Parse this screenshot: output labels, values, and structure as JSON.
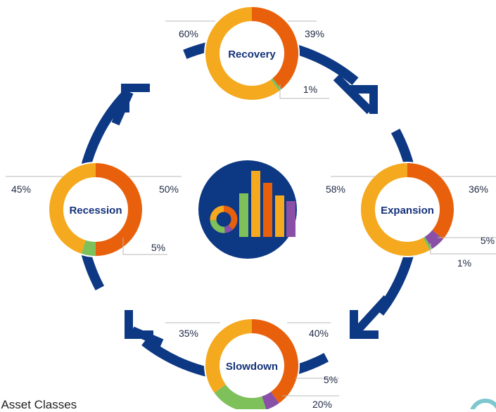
{
  "colors": {
    "cycle": "#0d3883",
    "equities": "#f5a91e",
    "bonds": "#e8600c",
    "green": "#7ec05a",
    "purple": "#8a4fa6",
    "leader": "#b8b8b8",
    "label_text": "#1f2a44",
    "phase_text": "#14327a"
  },
  "center_icon": {
    "name": "chart-icon"
  },
  "phases": [
    {
      "name": "Recovery",
      "segments": [
        {
          "pct": 39,
          "label": "39%",
          "color": "bonds"
        },
        {
          "pct": 1,
          "label": "1%",
          "color": "green"
        },
        {
          "pct": 60,
          "label": "60%",
          "color": "equities"
        }
      ]
    },
    {
      "name": "Expansion",
      "segments": [
        {
          "pct": 36,
          "label": "36%",
          "color": "bonds"
        },
        {
          "pct": 5,
          "label": "5%",
          "color": "purple"
        },
        {
          "pct": 1,
          "label": "1%",
          "color": "green"
        },
        {
          "pct": 58,
          "label": "58%",
          "color": "equities"
        }
      ]
    },
    {
      "name": "Slowdown",
      "segments": [
        {
          "pct": 40,
          "label": "40%",
          "color": "bonds"
        },
        {
          "pct": 5,
          "label": "5%",
          "color": "purple"
        },
        {
          "pct": 20,
          "label": "20%",
          "color": "green"
        },
        {
          "pct": 35,
          "label": "35%",
          "color": "equities"
        }
      ]
    },
    {
      "name": "Recession",
      "segments": [
        {
          "pct": 50,
          "label": "50%",
          "color": "bonds"
        },
        {
          "pct": 5,
          "label": "5%",
          "color": "green"
        },
        {
          "pct": 45,
          "label": "45%",
          "color": "equities"
        }
      ]
    }
  ],
  "footer": {
    "text": "r Asset Classes"
  }
}
